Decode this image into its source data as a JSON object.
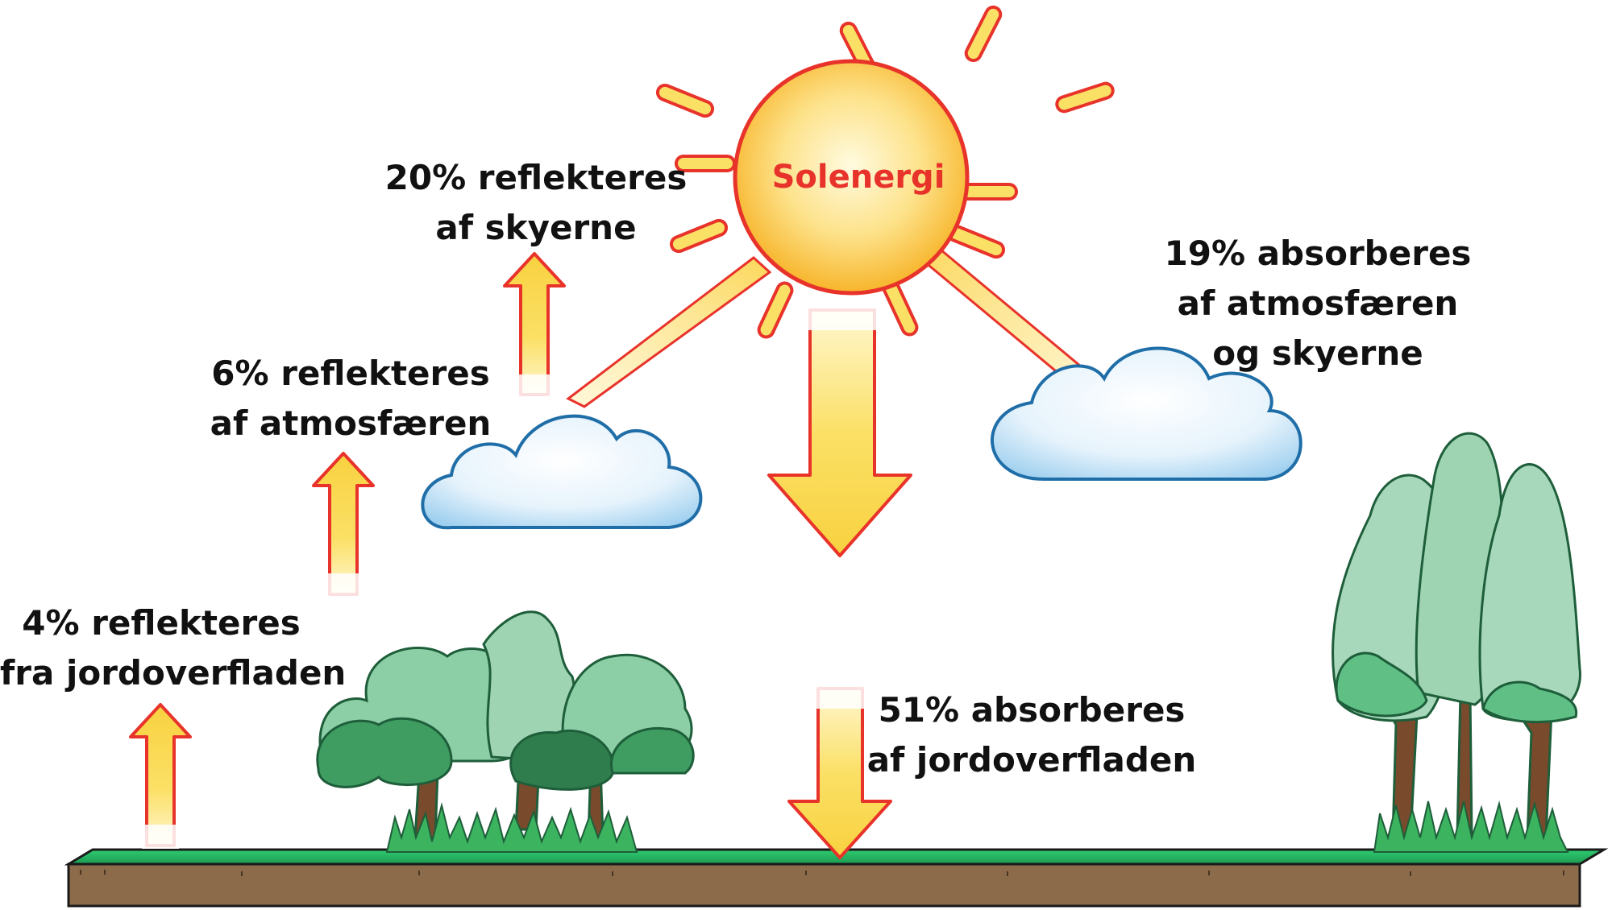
{
  "sun": {
    "label": "Solenergi"
  },
  "labels": {
    "clouds_reflect": {
      "line1": "20% reflekteres",
      "line2": "af skyerne"
    },
    "atmosphere_reflect": {
      "line1": "6% reflekteres",
      "line2": "af atmosfæren"
    },
    "surface_reflect": {
      "line1": "4% reflekteres",
      "line2": "fra jordoverfladen"
    },
    "atmosphere_absorb": {
      "line1": "19% absorberes",
      "line2": "af atmosfæren",
      "line3": "og skyerne"
    },
    "surface_absorb": {
      "line1": "51% absorberes",
      "line2": "af jordoverfladen"
    }
  },
  "colors": {
    "arrow_fill": "#fbe066",
    "arrow_outline": "#e8332b",
    "sun_core": "#fde08a",
    "sun_text": "#e8332b",
    "ground_top": "#27ae60",
    "ground_soil": "#8b6b4a",
    "cloud": "#cfe7f7"
  }
}
